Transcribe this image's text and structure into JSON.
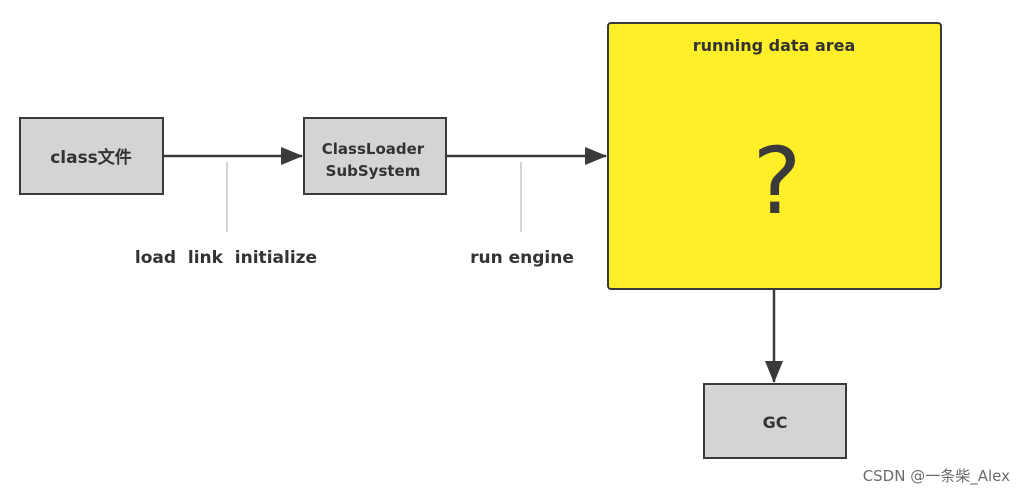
{
  "diagram": {
    "nodes": {
      "class_file": {
        "label": "class文件",
        "fill": "#d4d4d4"
      },
      "classloader": {
        "line1": "ClassLoader",
        "line2": "SubSystem",
        "fill": "#d4d4d4"
      },
      "running_data_area": {
        "title": "running data area",
        "symbol": "?",
        "fill": "#ffef29"
      },
      "gc": {
        "label": "GC",
        "fill": "#d4d4d4"
      }
    },
    "edges": {
      "load_link_initialize": {
        "label": "load  link  initialize"
      },
      "run_engine": {
        "label": "run engine"
      }
    }
  },
  "watermark": "CSDN @一条柴_Alex",
  "colors": {
    "stroke": "#3a3a3a",
    "callout_line": "#c4c4c4",
    "text": "#333333"
  }
}
